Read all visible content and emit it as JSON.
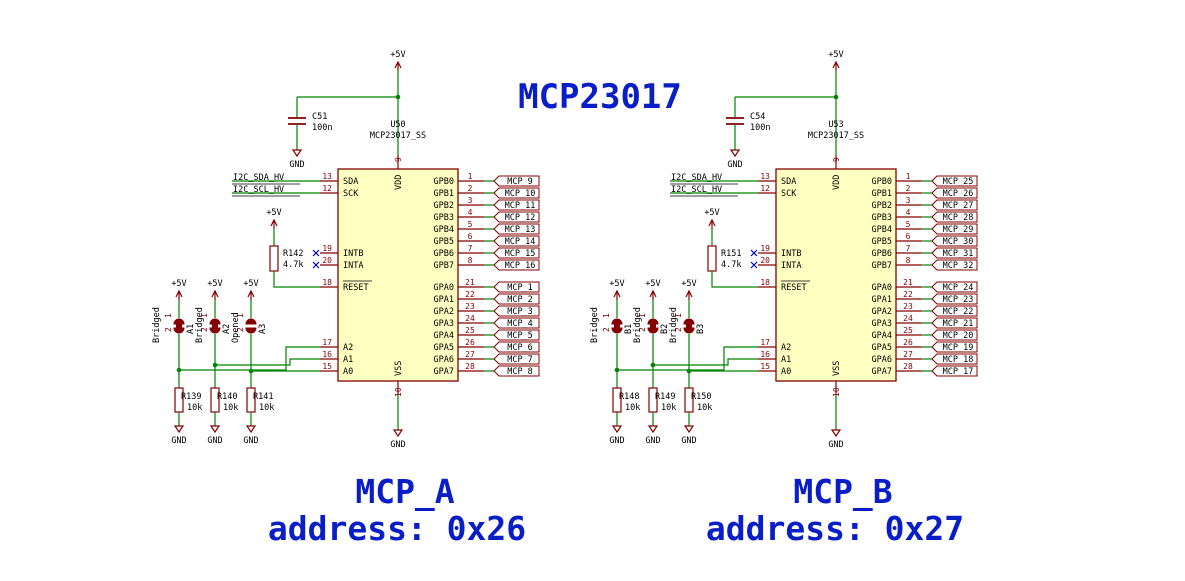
{
  "main_title": "MCP23017",
  "power_net": "+5V",
  "ground_net": "GND",
  "bus_labels": [
    "I2C_SDA_HV",
    "I2C_SCL_HV"
  ],
  "chip_pins": {
    "left": [
      {
        "num": "13",
        "name": "SDA"
      },
      {
        "num": "12",
        "name": "SCK"
      },
      {
        "num": "19",
        "name": "INTB"
      },
      {
        "num": "20",
        "name": "INTA"
      },
      {
        "num": "18",
        "name": "RESET"
      },
      {
        "num": "17",
        "name": "A2"
      },
      {
        "num": "16",
        "name": "A1"
      },
      {
        "num": "15",
        "name": "A0"
      }
    ],
    "right": [
      {
        "num": "1",
        "name": "GPB0"
      },
      {
        "num": "2",
        "name": "GPB1"
      },
      {
        "num": "3",
        "name": "GPB2"
      },
      {
        "num": "4",
        "name": "GPB3"
      },
      {
        "num": "5",
        "name": "GPB4"
      },
      {
        "num": "6",
        "name": "GPB5"
      },
      {
        "num": "7",
        "name": "GPB6"
      },
      {
        "num": "8",
        "name": "GPB7"
      },
      {
        "num": "21",
        "name": "GPA0"
      },
      {
        "num": "22",
        "name": "GPA1"
      },
      {
        "num": "23",
        "name": "GPA2"
      },
      {
        "num": "24",
        "name": "GPA3"
      },
      {
        "num": "25",
        "name": "GPA4"
      },
      {
        "num": "26",
        "name": "GPA5"
      },
      {
        "num": "27",
        "name": "GPA6"
      },
      {
        "num": "28",
        "name": "GPA7"
      }
    ],
    "vdd": {
      "num": "9",
      "name": "VDD"
    },
    "vss": {
      "num": "10",
      "name": "VSS"
    }
  },
  "blocks": [
    {
      "name": "MCP_A",
      "address": "address: 0x26",
      "chip_ref": "U50",
      "chip_value": "MCP23017_SS",
      "cap_ref": "C51",
      "cap_value": "100n",
      "reset_res_ref": "R142",
      "reset_res_value": "4.7k",
      "gpio_labels": [
        "MCP_9",
        "MCP_10",
        "MCP_11",
        "MCP_12",
        "MCP_13",
        "MCP_14",
        "MCP_15",
        "MCP_16",
        "MCP_1",
        "MCP_2",
        "MCP_3",
        "MCP_4",
        "MCP_5",
        "MCP_6",
        "MCP_7",
        "MCP_8"
      ],
      "jumpers": [
        {
          "ref": "A1",
          "state": "Bridged",
          "p1": "1",
          "p2": "2"
        },
        {
          "ref": "A2",
          "state": "Bridged",
          "p1": "1",
          "p2": "2"
        },
        {
          "ref": "A3",
          "state": "Opened",
          "p1": "1",
          "p2": "2"
        }
      ],
      "pulldowns": [
        {
          "ref": "R139",
          "value": "10k"
        },
        {
          "ref": "R140",
          "value": "10k"
        },
        {
          "ref": "R141",
          "value": "10k"
        }
      ]
    },
    {
      "name": "MCP_B",
      "address": "address: 0x27",
      "chip_ref": "U53",
      "chip_value": "MCP23017_SS",
      "cap_ref": "C54",
      "cap_value": "100n",
      "reset_res_ref": "R151",
      "reset_res_value": "4.7k",
      "gpio_labels": [
        "MCP_25",
        "MCP_26",
        "MCP_27",
        "MCP_28",
        "MCP_29",
        "MCP_30",
        "MCP_31",
        "MCP_32",
        "MCP_24",
        "MCP_23",
        "MCP_22",
        "MCP_21",
        "MCP_20",
        "MCP_19",
        "MCP_18",
        "MCP_17"
      ],
      "jumpers": [
        {
          "ref": "B1",
          "state": "Bridged",
          "p1": "1",
          "p2": "2"
        },
        {
          "ref": "B2",
          "state": "Bridged",
          "p1": "1",
          "p2": "2"
        },
        {
          "ref": "B3",
          "state": "Bridged",
          "p1": "1",
          "p2": "2"
        }
      ],
      "pulldowns": [
        {
          "ref": "R148",
          "value": "10k"
        },
        {
          "ref": "R149",
          "value": "10k"
        },
        {
          "ref": "R150",
          "value": "10k"
        }
      ]
    }
  ],
  "colors": {
    "wire": "#008400",
    "body_stroke": "#840000",
    "body_fill": "#ffffc2",
    "title": "#0a1ec8",
    "nc_marker": "#0000c8"
  }
}
